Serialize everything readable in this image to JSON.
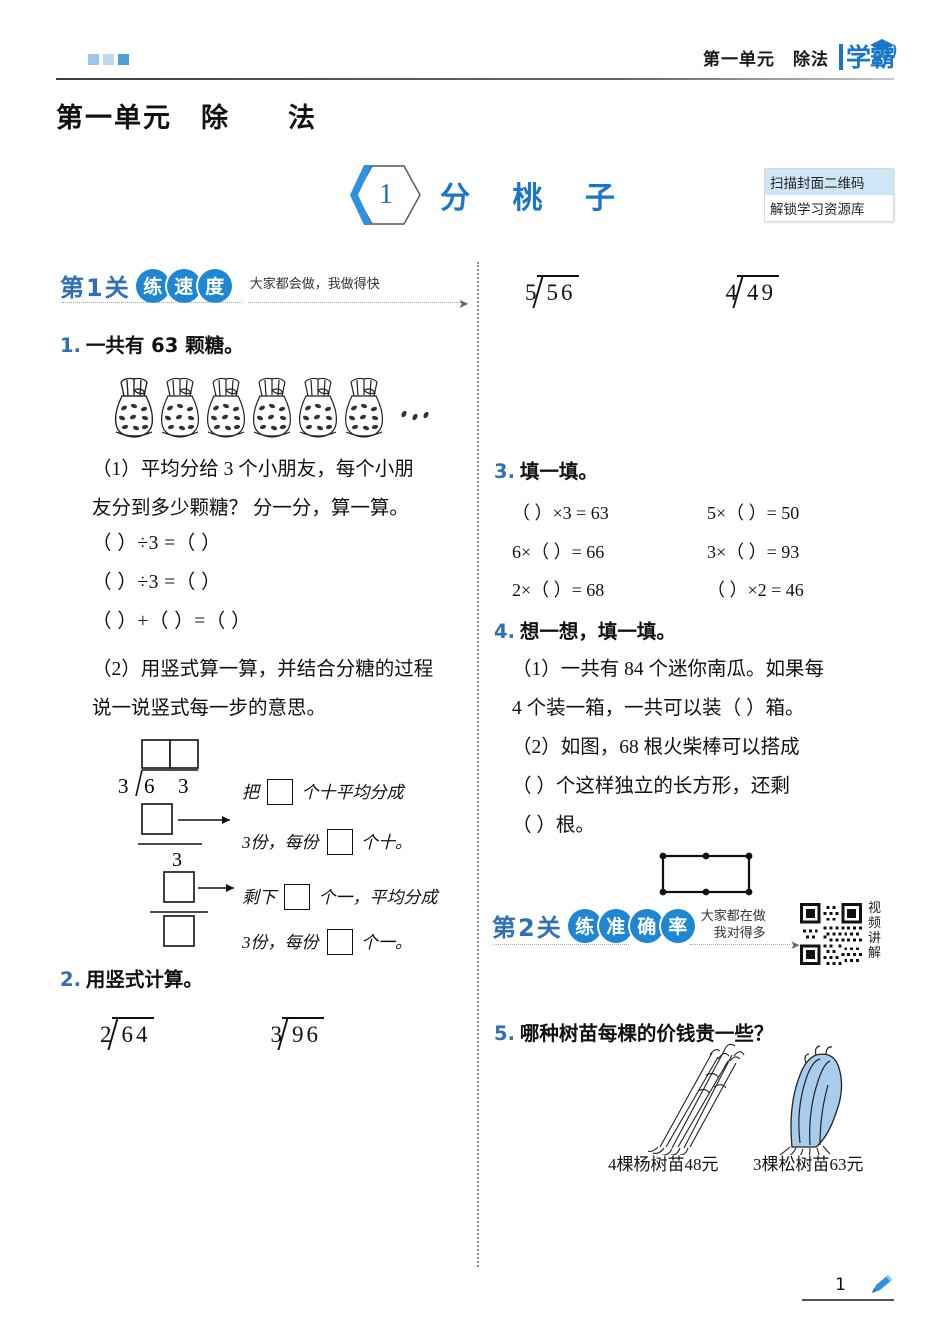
{
  "header": {
    "unit_label": "第一单元　除法",
    "brand": "学霸",
    "brand_icon": "graduation-cap-icon"
  },
  "unit_title": "第一单元　除　　法",
  "lesson": {
    "number": "1",
    "name": "分  桃  子"
  },
  "scan_box": {
    "line1": "扫描封面二维码",
    "line2": "解锁学习资源库"
  },
  "level1": {
    "label": "第1关",
    "bubbles": [
      "练",
      "速",
      "度"
    ],
    "note": "大家都会做，我做得快"
  },
  "level2": {
    "label": "第2关",
    "bubbles": [
      "练",
      "准",
      "确",
      "率"
    ],
    "note_line1": "大家都在做",
    "note_line2": "我对得多",
    "qr_label": "视频讲解"
  },
  "q1": {
    "number": "1.",
    "title": "一共有 63 颗糖。",
    "illustration": "candy-bags-illustration",
    "bag_count": 6,
    "loose_candy": 3,
    "part1_line1": "（1）平均分给 3 个小朋友，每个小朋",
    "part1_line2": "友分到多少颗糖？ 分一分，算一算。",
    "blanks": [
      "（        ）÷3 =（        ）",
      "（        ）÷3 =（        ）",
      "（        ）+（        ）=（        ）"
    ],
    "part2_line1": "（2）用竖式算一算，并结合分糖的过程",
    "part2_line2": "说一说竖式每一步的意思。",
    "long_division": {
      "divisor": "3",
      "dividend_digits": [
        "6",
        "3"
      ],
      "quotient_boxes": 2,
      "sub_box_1": "",
      "partial_quotient": "3",
      "sub_box_2": "",
      "remainder_box": ""
    },
    "annotations": {
      "a1_pre": "把",
      "a1_post": "个十平均分成",
      "a2_pre": "3份，每份",
      "a2_post": "个十。",
      "a3_pre": "剩下",
      "a3_post": "个一，平均分成",
      "a4_pre": "3份，每份",
      "a4_post": "个一。"
    }
  },
  "q2": {
    "number": "2.",
    "title": "用竖式计算。",
    "problems": [
      {
        "divisor": "2",
        "dividend": "64"
      },
      {
        "divisor": "3",
        "dividend": "96"
      }
    ]
  },
  "q2_right": {
    "problems": [
      {
        "divisor": "5",
        "dividend": "56"
      },
      {
        "divisor": "4",
        "dividend": "49"
      }
    ]
  },
  "q3": {
    "number": "3.",
    "title": "填一填。",
    "rows": [
      [
        "（        ）×3 = 63",
        "5×（        ）= 50"
      ],
      [
        "6×（        ）= 66",
        "3×（        ）= 93"
      ],
      [
        "2×（        ）= 68",
        "（        ）×2 = 46"
      ]
    ]
  },
  "q4": {
    "number": "4.",
    "title": "想一想，填一填。",
    "p1_line1": "（1）一共有 84 个迷你南瓜。如果每",
    "p1_line2": "4 个装一箱，一共可以装（        ）箱。",
    "p2_line1": "（2）如图，68 根火柴棒可以搭成",
    "p2_line2": "（        ）个这样独立的长方形，还剩",
    "p2_line3": "（        ）根。",
    "diagram": "matchstick-rectangle-diagram"
  },
  "q5": {
    "number": "5.",
    "title": "哪种树苗每棵的价钱贵一些？",
    "items": [
      {
        "icon": "poplar-sapling-icon",
        "caption": "4棵杨树苗48元"
      },
      {
        "icon": "pine-sapling-icon",
        "caption": "3棵松树苗63元"
      }
    ]
  },
  "footer": {
    "page_number": "1",
    "pencil_icon": "pencil-icon"
  },
  "colors": {
    "accent_blue": "#1a76c8",
    "bubble_blue": "#1f86d4",
    "qnum_blue": "#2e6fb7",
    "scan_header": "#cfe6f7"
  }
}
